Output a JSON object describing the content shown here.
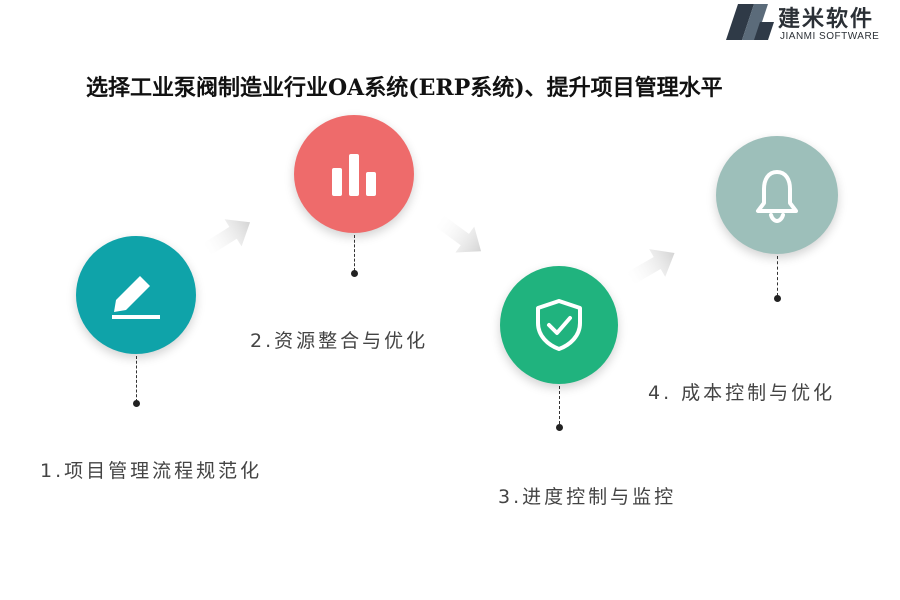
{
  "brand": {
    "name_cn": "建米软件",
    "name_en": "JIANMI SOFTWARE",
    "logo_icon": "jianmi-logo-icon"
  },
  "title": "选择工业泵阀制造业行业OA系统(ERP系统)、提升项目管理水平",
  "steps": [
    {
      "label": "1.项目管理流程规范化",
      "icon": "pencil-icon",
      "color": "#0fa3a9"
    },
    {
      "label": "2.资源整合与优化",
      "icon": "bar-chart-icon",
      "color": "#ee6b6b"
    },
    {
      "label": "3.进度控制与监控",
      "icon": "shield-check-icon",
      "color": "#20b37e"
    },
    {
      "label": "4.  成本控制与优化",
      "icon": "bell-icon",
      "color": "#9dbfba"
    }
  ],
  "connectors": [
    {
      "icon": "arrow-icon",
      "color": "#dcdcdc"
    },
    {
      "icon": "arrow-icon",
      "color": "#dcdcdc"
    },
    {
      "icon": "arrow-icon",
      "color": "#dcdcdc"
    }
  ]
}
